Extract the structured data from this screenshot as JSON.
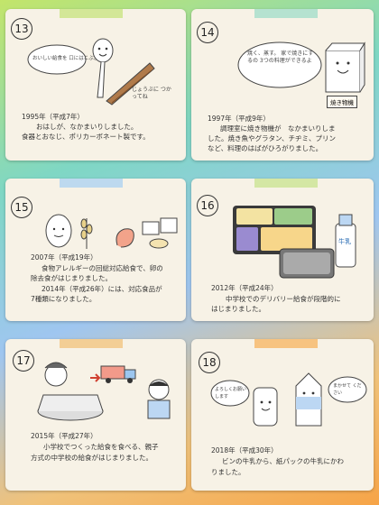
{
  "panels": [
    {
      "number": "13",
      "bubble": "おいしい給食を 口にはこぶよ",
      "note": "じょうぶに つかってね",
      "lines": [
        "1995年（平成7年）",
        "おはしが、なかまいりしました。",
        "食器とおなじ、ポリカーボネート製です。"
      ]
    },
    {
      "number": "14",
      "bubble": "焼く、蒸す。 家で焼きにするの 3つの料理ができるよ",
      "label": "焼き物機",
      "lines": [
        "1997年（平成9年）",
        "調理室に焼き物機が　なかまいりしま",
        "した。焼き魚やグラタン、チヂミ、プリン",
        "など、料理のはばがひろがりました。"
      ]
    },
    {
      "number": "15",
      "lines": [
        "2007年（平成19年）",
        "食物アレルギーの回総対応給食で、卵の",
        "除去食がはじまりました。",
        "2014年（平成26年）には、対応食品が",
        "7種類になりました。"
      ]
    },
    {
      "number": "16",
      "milk_label": "牛乳",
      "lines": [
        "2012年（平成24年）",
        "中学校でのデリバリー給食が段階的に",
        "はじまりました。"
      ]
    },
    {
      "number": "17",
      "lines": [
        "2015年（平成27年）",
        "小学校でつくった給食を食べる、親子",
        "方式の中学校の給食がはじまりました。"
      ]
    },
    {
      "number": "18",
      "bubble_left": "よろしくお願いします",
      "bubble_right": "まかせて ください",
      "lines": [
        "2018年（平成30年）",
        "ビンの牛乳から、紙パックの牛乳にかわ",
        "りました。"
      ]
    }
  ]
}
